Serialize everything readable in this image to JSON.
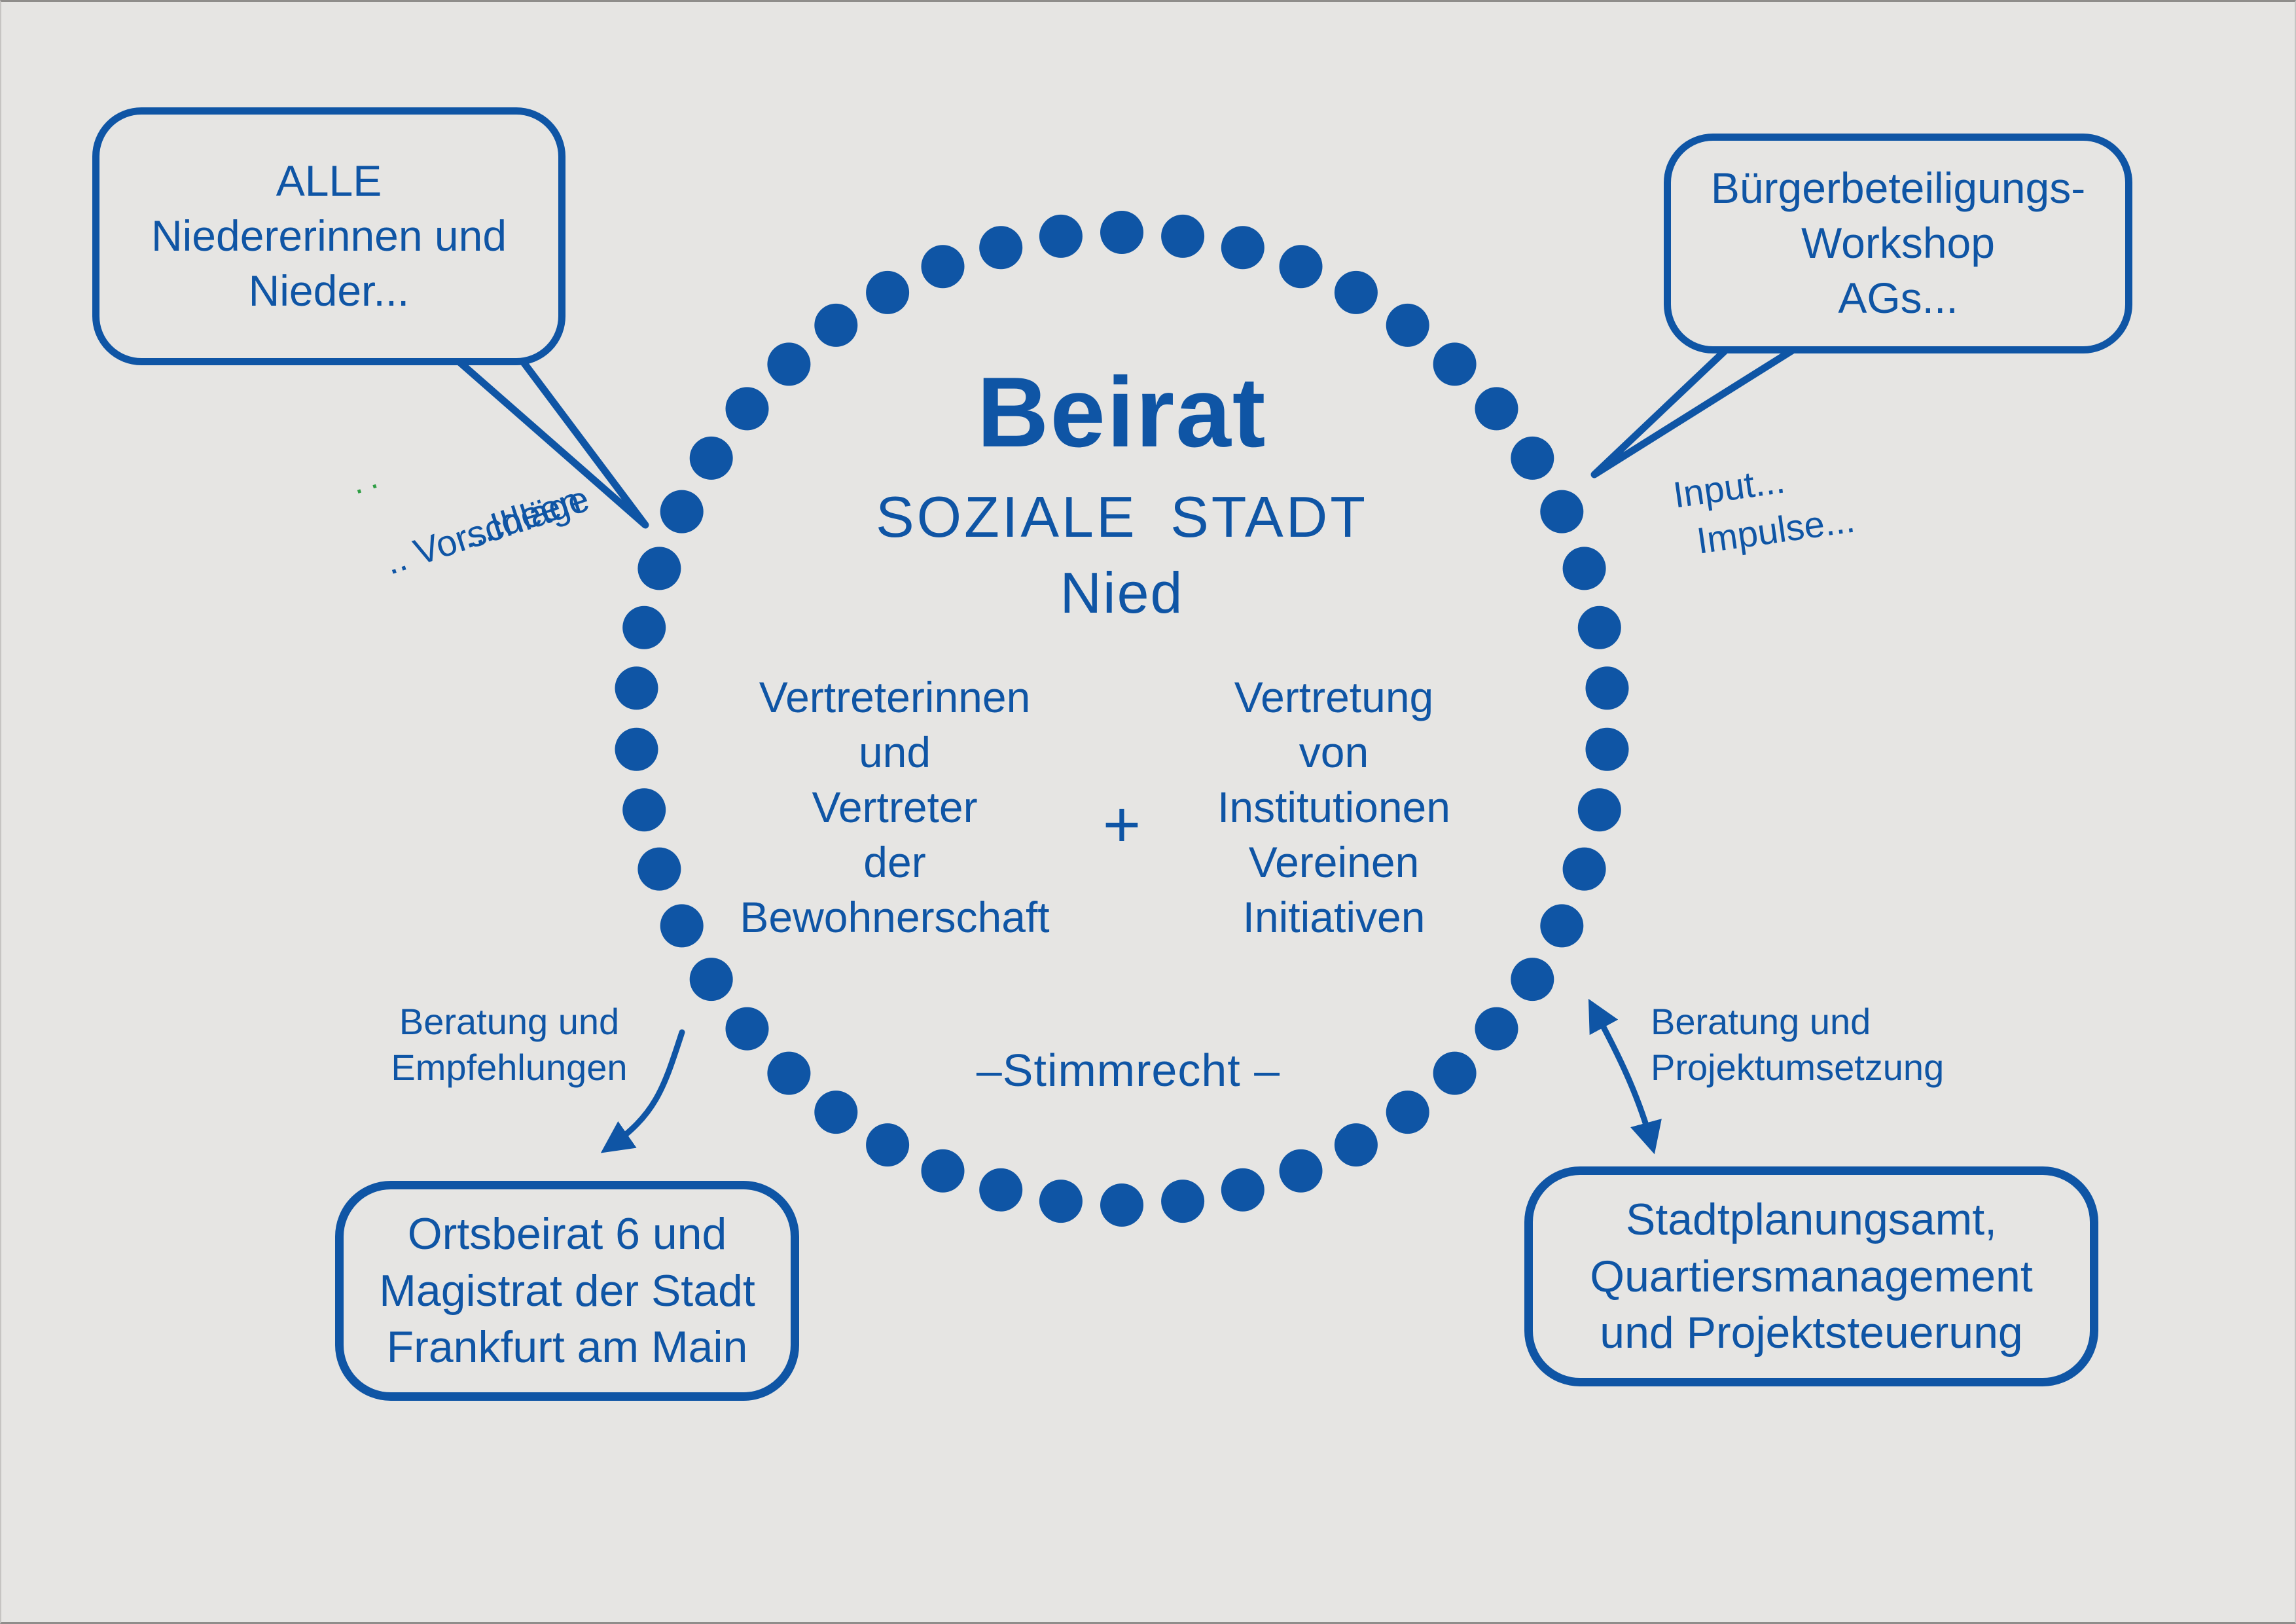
{
  "colors": {
    "blue": "#0f55a5",
    "background": "#e6e5e3",
    "green": "#2f9e44"
  },
  "ring": {
    "dots": 50
  },
  "circle": {
    "title": "Beirat",
    "subtitle": "SOZIALE STADT",
    "region": "Nied",
    "left_column": {
      "lines": [
        "Vertreterinnen",
        "und",
        "Vertreter",
        "der",
        "Bewohnerschaft"
      ]
    },
    "plus": "+",
    "right_column": {
      "lines": [
        "Vertretung",
        "von",
        "Institutionen",
        "Vereinen",
        "Initiativen"
      ]
    },
    "voting_note": "–Stimmrecht –"
  },
  "bubbles": {
    "top_left": {
      "lines": [
        "ALLE",
        "Niedererinnen und",
        "Nieder..."
      ]
    },
    "top_right": {
      "lines": [
        "Bürgerbeteiligungs-",
        "Workshop",
        "AGs..."
      ]
    },
    "bottom_left": {
      "lines": [
        "Ortsbeirat 6 und",
        "Magistrat der Stadt",
        "Frankfurt am Main"
      ]
    },
    "bottom_right": {
      "lines": [
        "Stadtplanungsamt,",
        "Quartiersmanagement",
        "und Projektsteuerung"
      ]
    }
  },
  "labels": {
    "ideen": "...Ideen",
    "vorschlaege": ".. Vorschläge",
    "green_dots": "··",
    "input": "Input...",
    "impulse": "Impulse...",
    "advice_left": {
      "lines": [
        "Beratung und",
        "Empfehlungen"
      ]
    },
    "advice_right": {
      "lines": [
        "Beratung und",
        "Projektumsetzung"
      ]
    }
  }
}
